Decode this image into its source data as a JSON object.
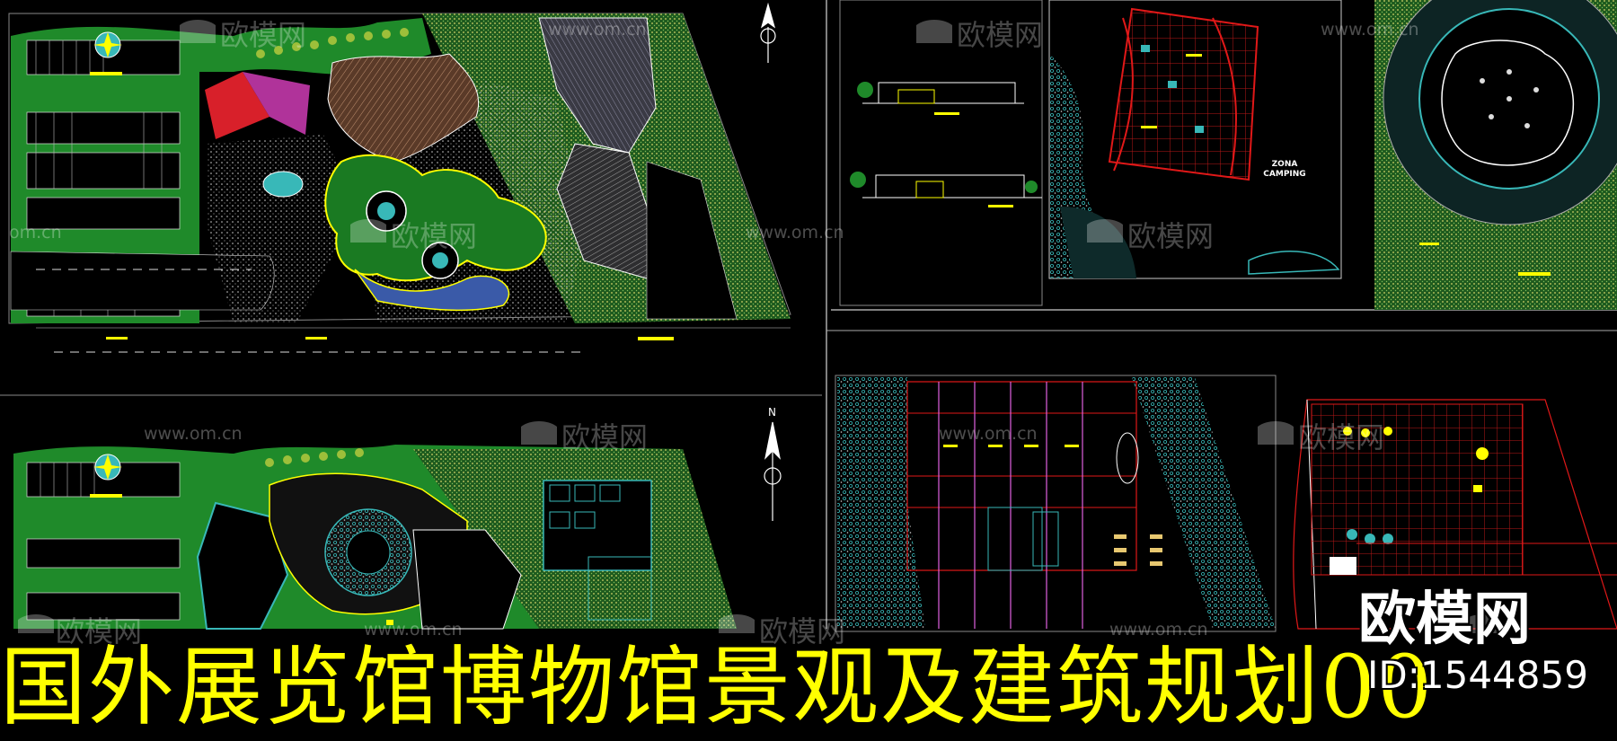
{
  "title": "国外展览馆博物馆景观及建筑规划00",
  "brand": {
    "name": "欧模网",
    "id_text": "ID:1544859"
  },
  "watermarks": {
    "logo": "欧模网",
    "url": "www.om.cn",
    "url_short": "om.cn"
  },
  "labels": {
    "zone": "ZONA\nCAMPING",
    "north": "N"
  },
  "colors": {
    "background": "#000000",
    "title": "#ffff00",
    "cad_green": "#1f8a2a",
    "cad_yellow": "#ffff00",
    "cad_cyan": "#38b8b8",
    "cad_red": "#e01818",
    "cad_white": "#ffffff"
  },
  "icons": [
    "north-arrow-icon",
    "logo-watermark-icon",
    "tree-icon"
  ]
}
